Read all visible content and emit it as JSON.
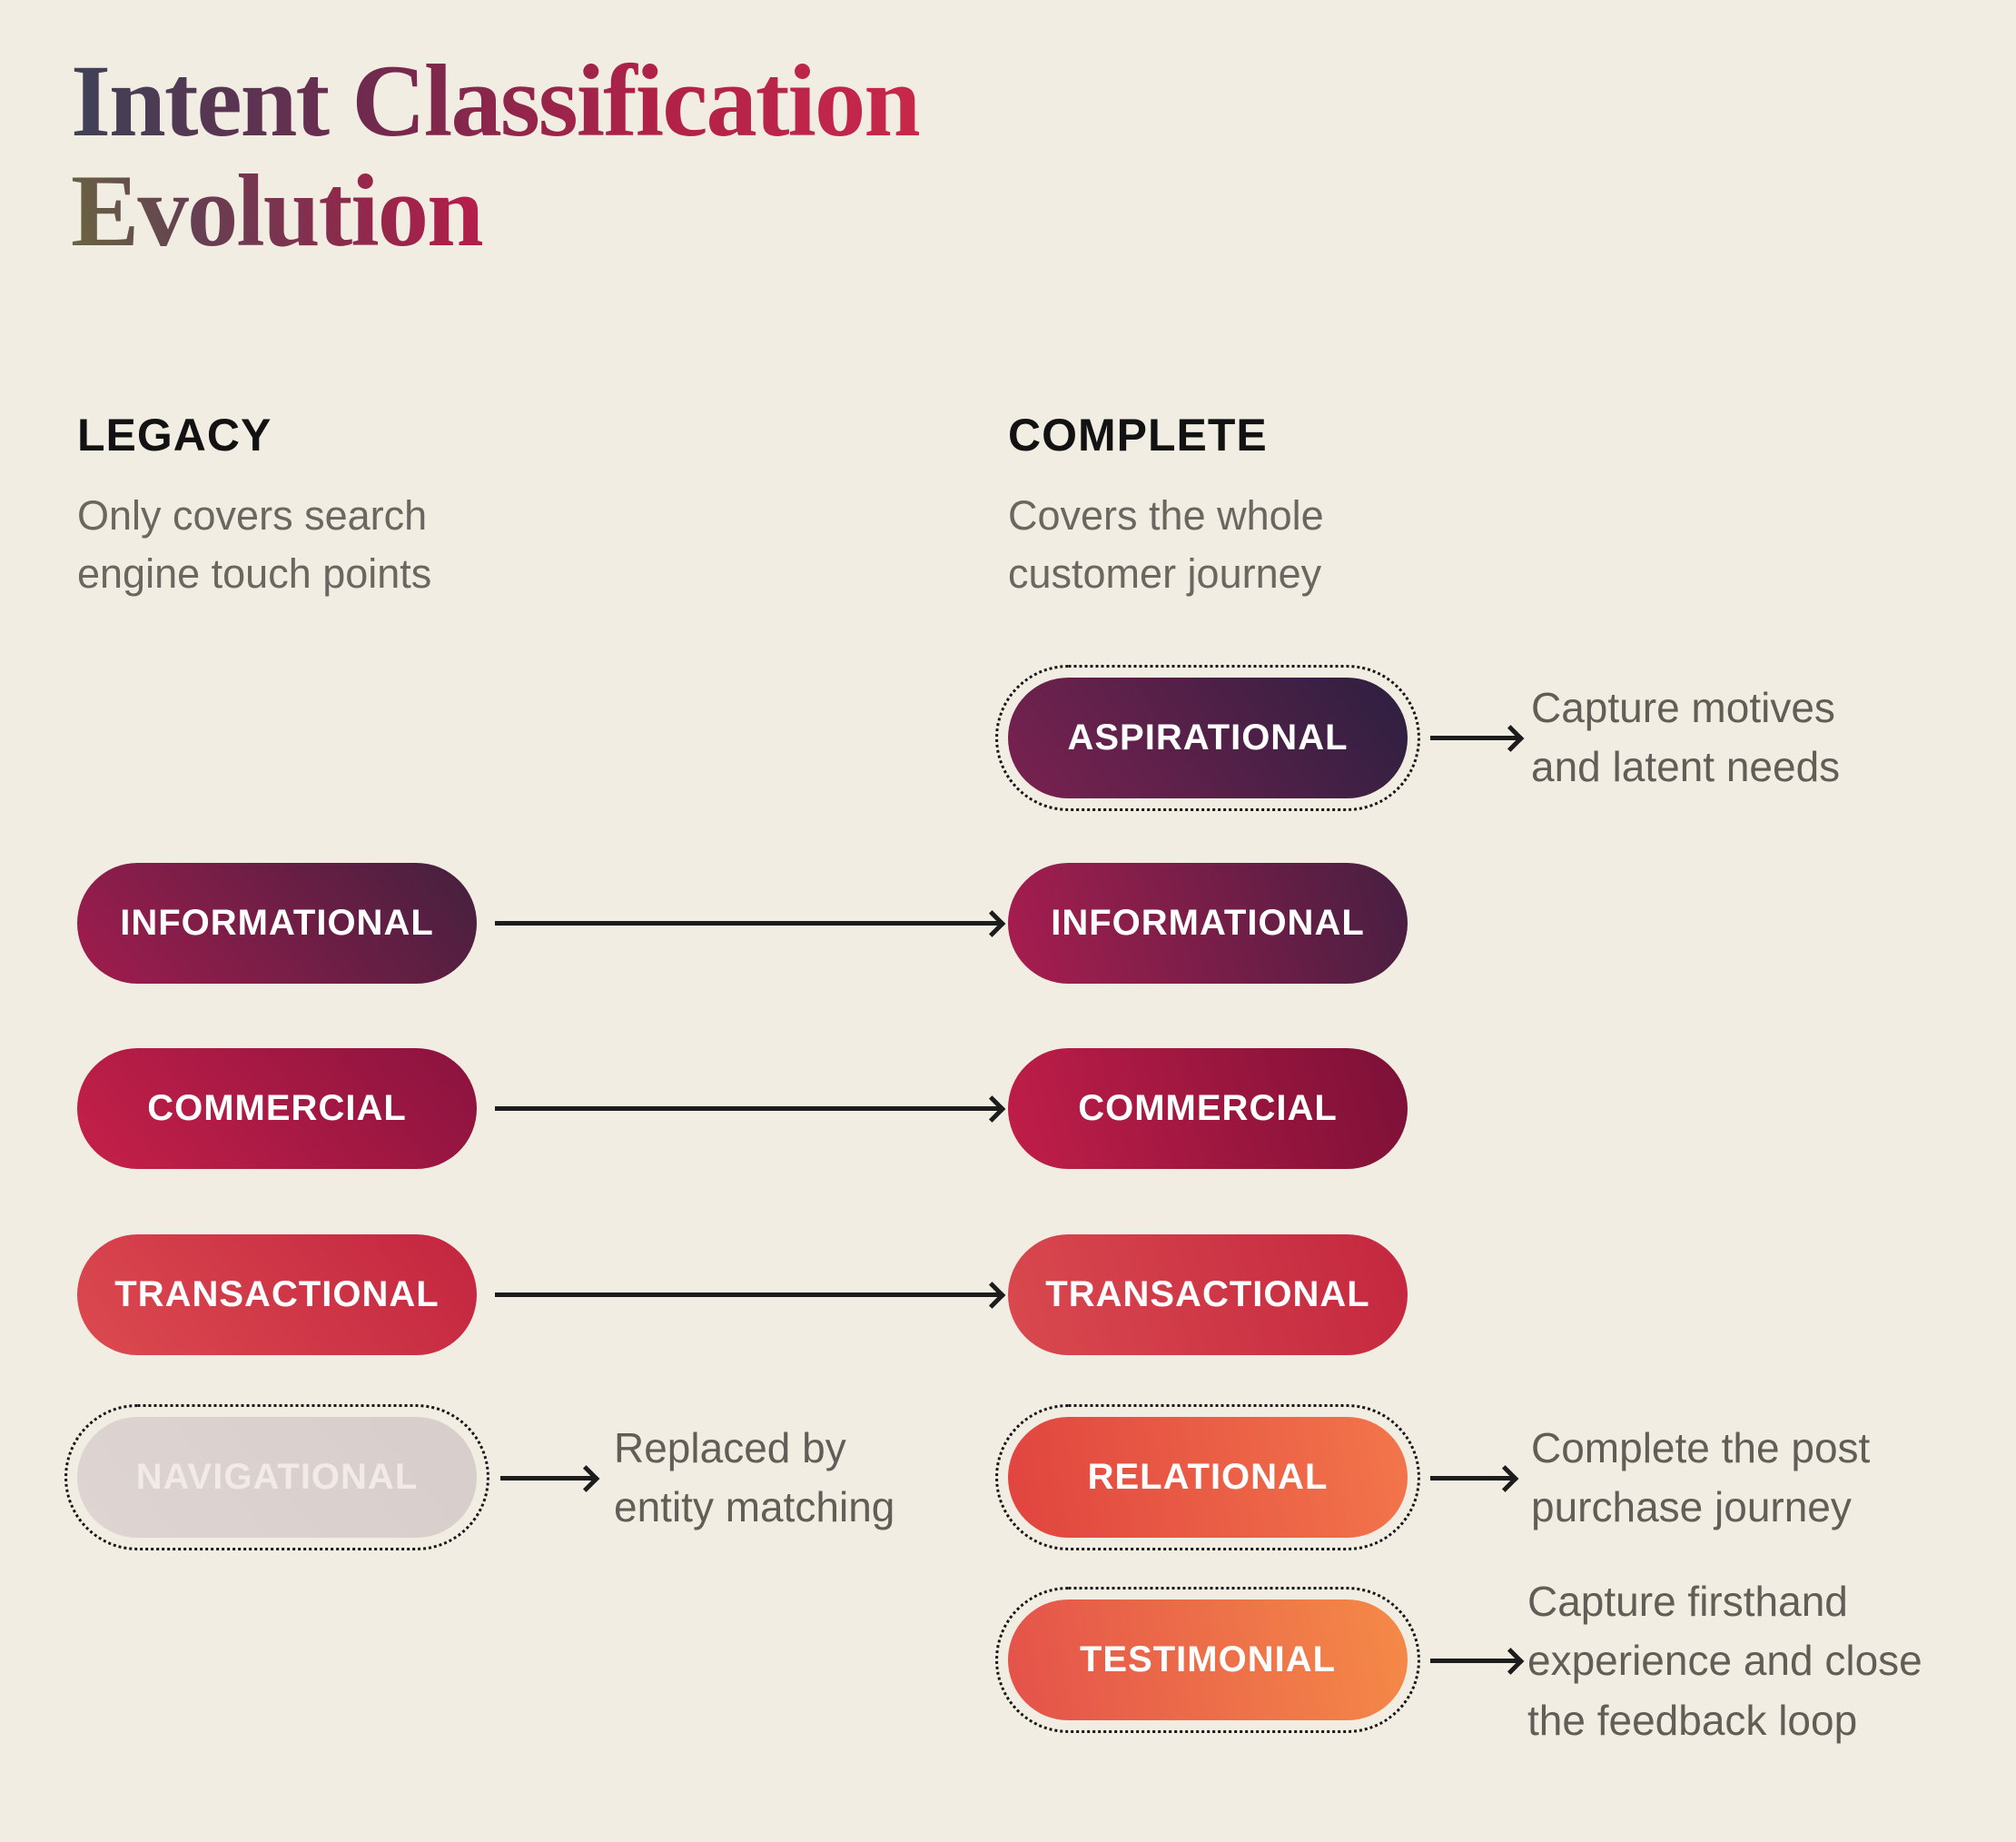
{
  "title": {
    "line1": "Intent Classification",
    "line2": "Evolution"
  },
  "legacy": {
    "heading": "LEGACY",
    "description": [
      "Only covers search",
      "engine touch points"
    ],
    "pills": {
      "informational": "INFORMATIONAL",
      "commercial": "COMMERCIAL",
      "transactional": "TRANSACTIONAL",
      "navigational": "NAVIGATIONAL"
    },
    "navigational_note": [
      "Replaced by",
      "entity matching"
    ]
  },
  "complete": {
    "heading": "COMPLETE",
    "description": [
      "Covers the whole",
      "customer journey"
    ],
    "pills": {
      "aspirational": "ASPIRATIONAL",
      "informational": "INFORMATIONAL",
      "commercial": "COMMERCIAL",
      "transactional": "TRANSACTIONAL",
      "relational": "RELATIONAL",
      "testimonial": "TESTIMONIAL"
    },
    "notes": {
      "aspirational": [
        "Capture motives",
        "and latent needs"
      ],
      "relational": [
        "Complete the post",
        "purchase journey"
      ],
      "testimonial": [
        "Capture firsthand",
        "experience and close",
        "the feedback loop"
      ]
    }
  },
  "colors": {
    "background": "#f2ede3",
    "heading_text": "#121212",
    "body_text": "#6b6660",
    "note_text": "#615d57",
    "arrow": "#1c1c1c",
    "pill_text": "#ffffff",
    "muted_pill_text": "#f2eae6",
    "dotted_border": "#161616"
  },
  "gradients": {
    "title_line1": {
      "angle": "95deg",
      "stops": [
        "#3e4257 0%",
        "#6f2a4e 35%",
        "#b02148 68%",
        "#c8284a 100%"
      ]
    },
    "title_line2": {
      "angle": "72deg",
      "stops": [
        "#6a683f 0%",
        "#644052 30%",
        "#93274b 70%",
        "#bb1c4b 100%"
      ]
    },
    "informational_legacy": {
      "angle": "50deg",
      "from": "#a11c4e",
      "to": "#44203e"
    },
    "commercial_legacy": {
      "angle": "50deg",
      "from": "#c52049",
      "to": "#8a133f"
    },
    "transactional_legacy": {
      "angle": "50deg",
      "from": "#dc4a4f",
      "to": "#c32540"
    },
    "navigational_legacy": {
      "angle": "50deg",
      "from": "#ded4d1",
      "to": "#d7cdcb"
    },
    "aspirational_complete": {
      "angle": "55deg",
      "from": "#7b2150",
      "to": "#2c2040"
    },
    "informational_complete": {
      "angle": "75deg",
      "from": "#a81d4f",
      "to": "#461f41"
    },
    "commercial_complete": {
      "angle": "75deg",
      "from": "#c01e49",
      "to": "#7c1037"
    },
    "transactional_complete": {
      "angle": "75deg",
      "from": "#d9494e",
      "to": "#c4273f"
    },
    "relational_complete": {
      "angle": "80deg",
      "from": "#e0443f",
      "to": "#f3764b"
    },
    "testimonial_complete": {
      "angle": "80deg",
      "from": "#e4524a",
      "to": "#f58a48"
    }
  }
}
